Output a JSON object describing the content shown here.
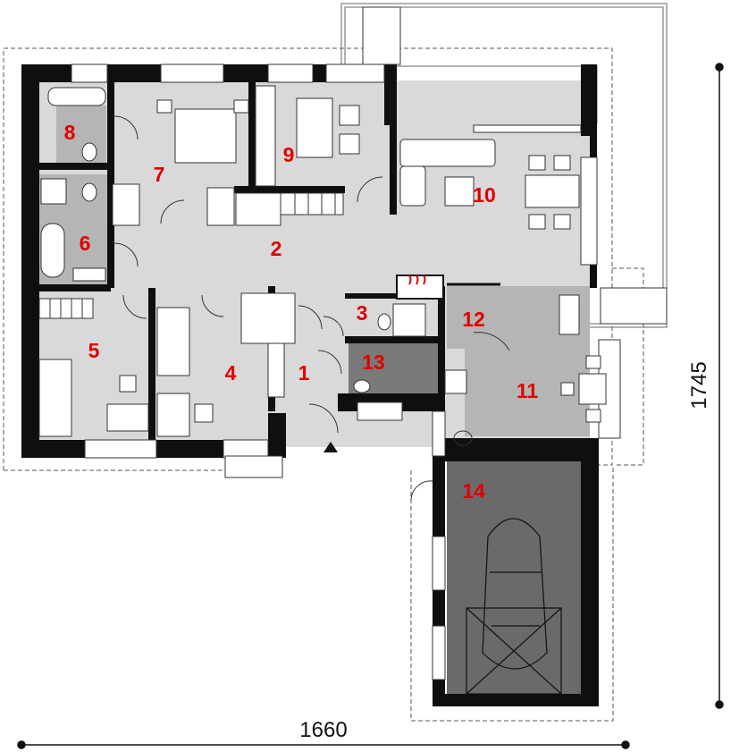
{
  "colors": {
    "wall": "#0f0f0f",
    "floor_light": "#d9d9d9",
    "floor_mid": "#b5b5b5",
    "floor_dark": "#7a7a7a",
    "floor_garage": "#6a6a6a",
    "room_label": "#e10000",
    "dimension": "#111111"
  },
  "dimensions": {
    "width_label": "1660",
    "depth_label": "1745"
  },
  "rooms": [
    {
      "number": "1"
    },
    {
      "number": "2"
    },
    {
      "number": "3"
    },
    {
      "number": "4"
    },
    {
      "number": "5"
    },
    {
      "number": "6"
    },
    {
      "number": "7"
    },
    {
      "number": "8"
    },
    {
      "number": "9"
    },
    {
      "number": "10"
    },
    {
      "number": "11"
    },
    {
      "number": "12"
    },
    {
      "number": "13"
    },
    {
      "number": "14"
    }
  ],
  "icons": [
    "entrance-arrow-icon",
    "fireplace-icon",
    "car-icon",
    "grill-icon"
  ]
}
